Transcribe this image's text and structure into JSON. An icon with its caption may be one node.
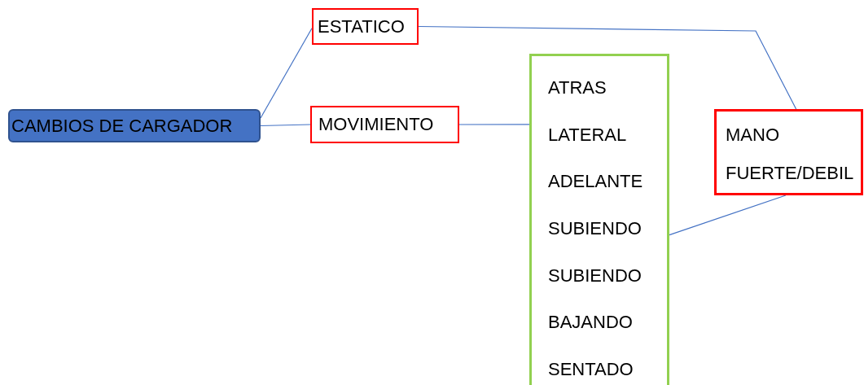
{
  "diagram": {
    "nodes": [
      {
        "text": [
          "CAMBIOS DE CARGADOR"
        ]
      },
      {
        "text": [
          "ESTATICO"
        ]
      },
      {
        "text": [
          "MOVIMIENTO"
        ]
      },
      {
        "text": [
          "ATRAS",
          "LATERAL",
          "ADELANTE",
          "SUBIENDO",
          "SUBIENDO",
          "BAJANDO",
          "SENTADO"
        ]
      },
      {
        "text": [
          "MANO",
          "FUERTE/DEBIL"
        ]
      }
    ],
    "edges": [
      {
        "from": 0,
        "to": 1,
        "arrow": "none"
      },
      {
        "from": 0,
        "to": 2,
        "arrow": "none"
      },
      {
        "from": 2,
        "to": 3,
        "arrow": "none"
      },
      {
        "from": 1,
        "to": 4,
        "arrow": "none"
      },
      {
        "from": 3,
        "to": 4,
        "arrow": "none"
      }
    ]
  }
}
